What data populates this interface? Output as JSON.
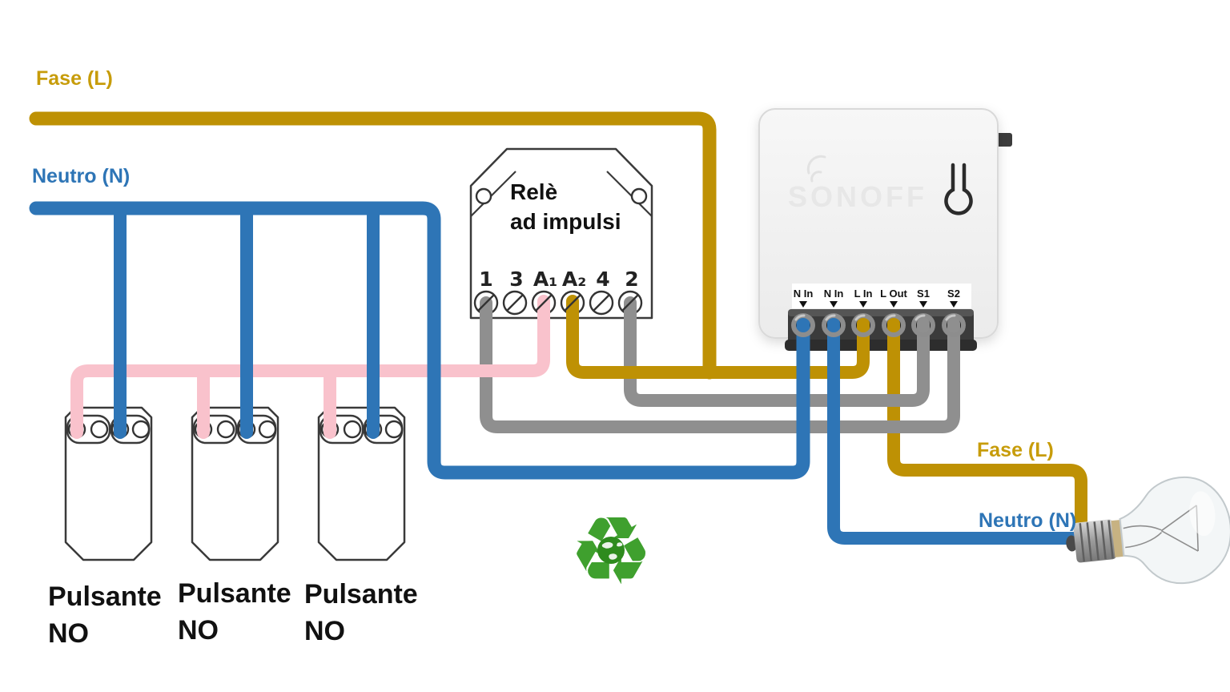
{
  "colors": {
    "fase": "#BE9104",
    "fase_label": "#C79C0A",
    "neutro": "#2E75B6",
    "impulse_pink": "#F9C2CC",
    "switch_gray": "#8F8F8F",
    "recycle_green": "#3FA02E",
    "globe_green": "#2E8B1E",
    "sonoff_logo": "#E7E7E7"
  },
  "labels": {
    "fase_left": "Fase (L)",
    "neutro_left": "Neutro (N)",
    "fase_right": "Fase (L)",
    "neutro_right": "Neutro (N)"
  },
  "relay": {
    "title1": "Relè",
    "title2": "ad impulsi",
    "terminals": [
      "1",
      "3",
      "A₁",
      "A₂",
      "4",
      "2"
    ]
  },
  "sonoff": {
    "brand": "SONOFF",
    "terminals": [
      "N In",
      "N In",
      "L In",
      "L Out",
      "S1",
      "S2"
    ]
  },
  "buttons": [
    {
      "line1": "Pulsante",
      "line2": "NO"
    },
    {
      "line1": "Pulsante",
      "line2": "NO"
    },
    {
      "line1": "Pulsante",
      "line2": "NO"
    }
  ],
  "icons": {
    "recycle_glyph": "♻"
  }
}
